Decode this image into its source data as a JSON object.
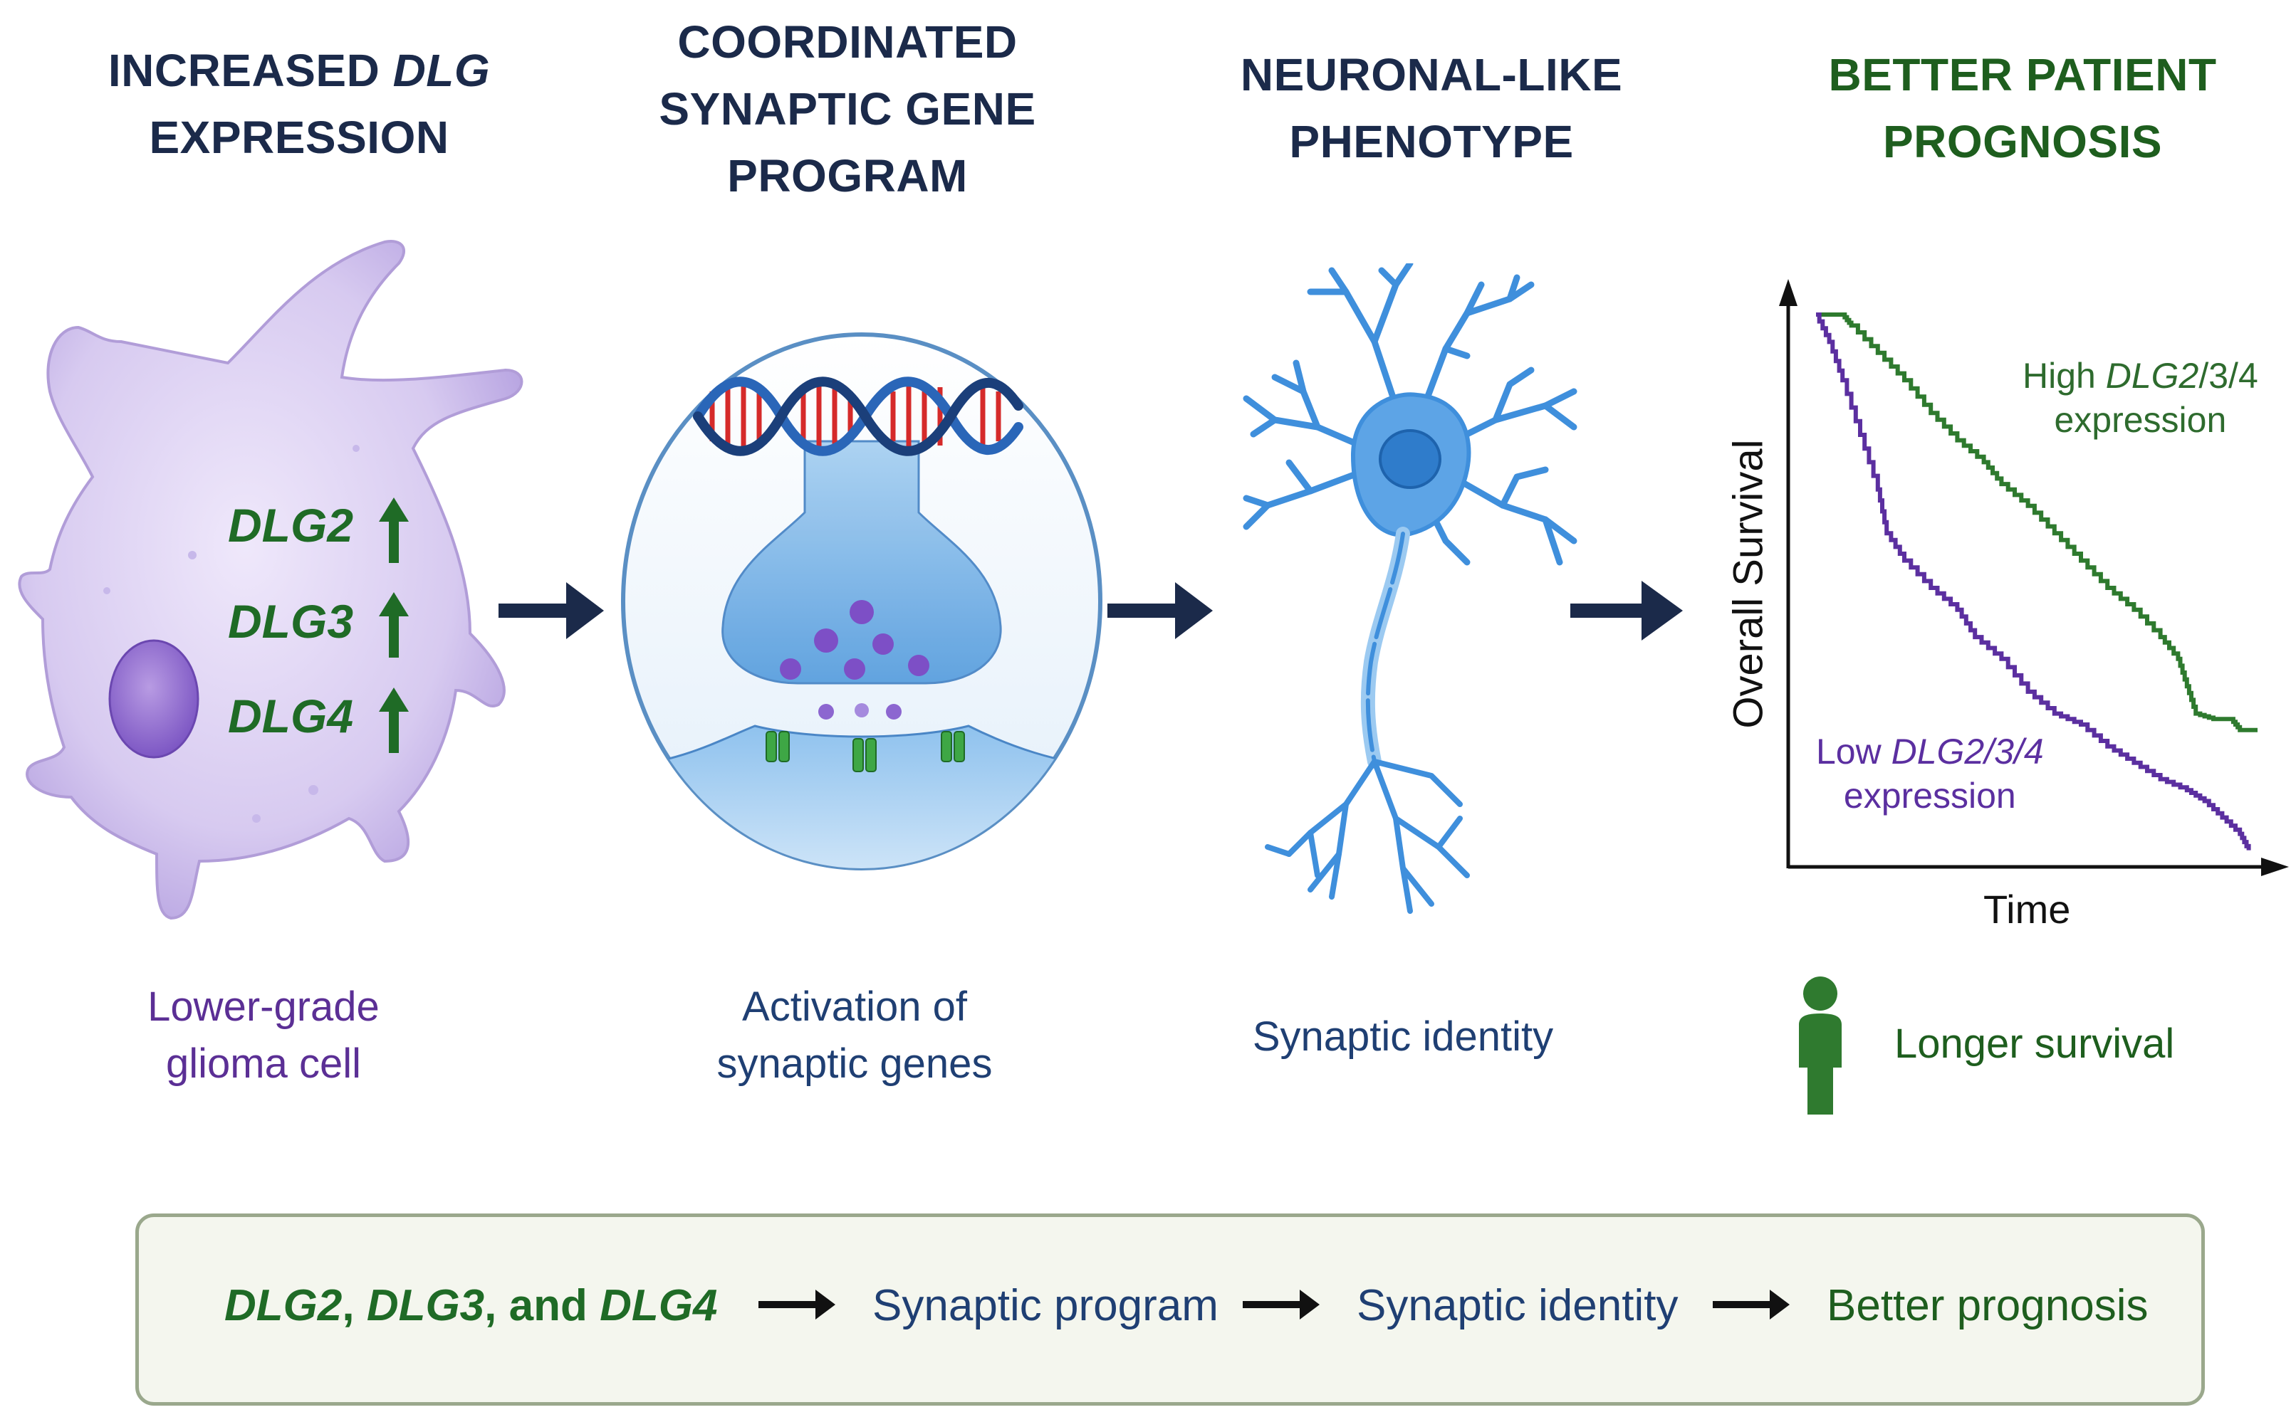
{
  "titles": {
    "t1": {
      "pre": "INCREASED ",
      "italic": "DLG",
      "line2": "EXPRESSION"
    },
    "t2": {
      "line1": "COORDINATED",
      "line2": "SYNAPTIC GENE",
      "line3": "PROGRAM"
    },
    "t3": {
      "line1": "NEURONAL-LIKE",
      "line2": "PHENOTYPE"
    },
    "t4": {
      "line1": "BETTER PATIENT",
      "line2": "PROGNOSIS"
    }
  },
  "cell_genes": [
    "DLG2",
    "DLG3",
    "DLG4"
  ],
  "captions": {
    "c1": {
      "line1": "Lower-grade",
      "line2": "glioma cell"
    },
    "c2": {
      "line1": "Activation of",
      "line2": "synaptic genes"
    },
    "c3": "Synaptic identity",
    "c4": "Longer survival"
  },
  "chart_data": {
    "type": "line",
    "title": "",
    "xlabel": "Time",
    "ylabel": "Overall Survival",
    "ylim": [
      0,
      1
    ],
    "xlim": [
      0,
      1
    ],
    "series": [
      {
        "name": "High DLG2/3/4 expression",
        "color": "#2e7a2e",
        "points": [
          [
            0.0,
            1.0
          ],
          [
            0.06,
            1.0
          ],
          [
            0.08,
            0.98
          ],
          [
            0.14,
            0.93
          ],
          [
            0.2,
            0.88
          ],
          [
            0.26,
            0.82
          ],
          [
            0.32,
            0.77
          ],
          [
            0.38,
            0.73
          ],
          [
            0.42,
            0.69
          ],
          [
            0.48,
            0.65
          ],
          [
            0.54,
            0.6
          ],
          [
            0.6,
            0.55
          ],
          [
            0.66,
            0.5
          ],
          [
            0.72,
            0.46
          ],
          [
            0.78,
            0.41
          ],
          [
            0.82,
            0.37
          ],
          [
            0.84,
            0.32
          ],
          [
            0.86,
            0.27
          ],
          [
            0.9,
            0.26
          ],
          [
            0.94,
            0.26
          ],
          [
            0.96,
            0.24
          ],
          [
            1.0,
            0.24
          ]
        ]
      },
      {
        "name": "Low DLG2/3/4 expression",
        "color": "#5b2fa0",
        "points": [
          [
            0.0,
            1.0
          ],
          [
            0.03,
            0.95
          ],
          [
            0.06,
            0.88
          ],
          [
            0.1,
            0.78
          ],
          [
            0.14,
            0.68
          ],
          [
            0.16,
            0.6
          ],
          [
            0.2,
            0.55
          ],
          [
            0.26,
            0.5
          ],
          [
            0.32,
            0.46
          ],
          [
            0.36,
            0.41
          ],
          [
            0.42,
            0.37
          ],
          [
            0.48,
            0.31
          ],
          [
            0.54,
            0.27
          ],
          [
            0.6,
            0.25
          ],
          [
            0.66,
            0.21
          ],
          [
            0.72,
            0.18
          ],
          [
            0.78,
            0.15
          ],
          [
            0.84,
            0.13
          ],
          [
            0.88,
            0.11
          ],
          [
            0.92,
            0.08
          ],
          [
            0.96,
            0.05
          ],
          [
            0.98,
            0.02
          ]
        ]
      }
    ],
    "legend_labels": {
      "high": {
        "pre": "High ",
        "italic": "DLG2",
        "post": "/3/4",
        "line2": "expression"
      },
      "low": {
        "pre": "Low ",
        "italic": "DLG2/3/4",
        "line2": "expression"
      }
    }
  },
  "bottom_flow": {
    "genes": {
      "a": "DLG2",
      "sep1": ", ",
      "b": "DLG3",
      "sep2": ", and ",
      "c": "DLG4"
    },
    "step1": "Synaptic program",
    "step2": "Synaptic identity",
    "step3": "Better prognosis"
  },
  "colors": {
    "navy": "#1b2a4a",
    "green": "#1e5e1e",
    "purple": "#5b2f95",
    "cell": "#d8cdf0",
    "neuron": "#4f97df"
  }
}
